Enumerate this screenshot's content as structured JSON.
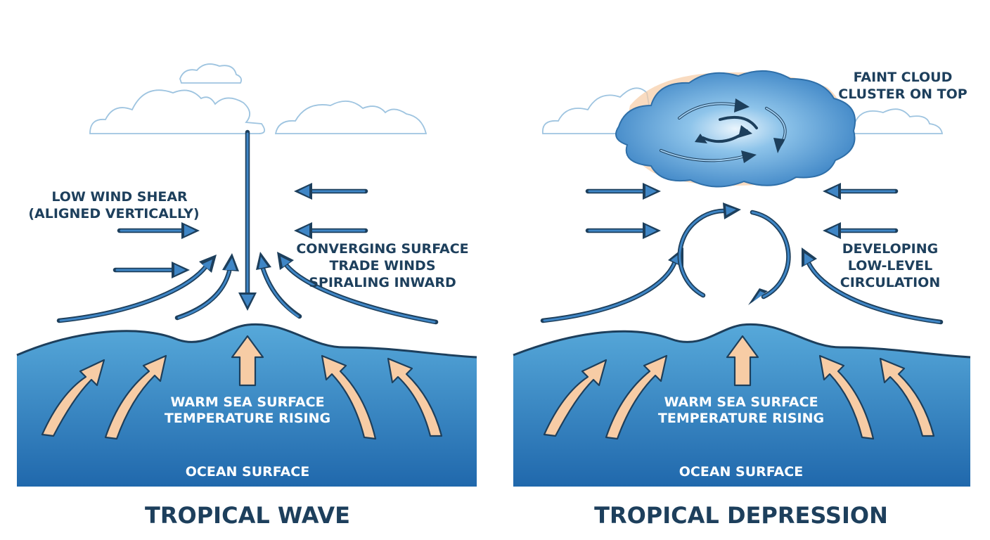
{
  "panels": [
    {
      "title": "TROPICAL WAVE",
      "labels": {
        "shear_line1": "LOW WIND SHEAR",
        "shear_line2": "(ALIGNED VERTICALLY)",
        "trade_line1": "CONVERGING SURFACE",
        "trade_line2": "TRADE WINDS",
        "trade_line3": "SPIRALING INWARD",
        "warm_line1": "WARM SEA SURFACE",
        "warm_line2": "TEMPERATURE RISING",
        "ocean": "OCEAN SURFACE"
      }
    },
    {
      "title": "TROPICAL DEPRESSION",
      "labels": {
        "cloud_line1": "FAINT CLOUD",
        "cloud_line2": "CLUSTER ON TOP",
        "circ_line1": "DEVELOPING",
        "circ_line2": "LOW-LEVEL",
        "circ_line3": "CIRCULATION",
        "warm_line1": "WARM SEA SURFACE",
        "warm_line2": "TEMPERATURE RISING",
        "ocean": "OCEAN SURFACE"
      }
    }
  ],
  "colors": {
    "ocean_top": "#57a9da",
    "ocean_bottom": "#2068ac",
    "arrow_outline": "#1d3f5c",
    "arrow_fill": "#3f86c6",
    "warm_arrow": "#f7cca5",
    "text": "#1d3f5c"
  }
}
